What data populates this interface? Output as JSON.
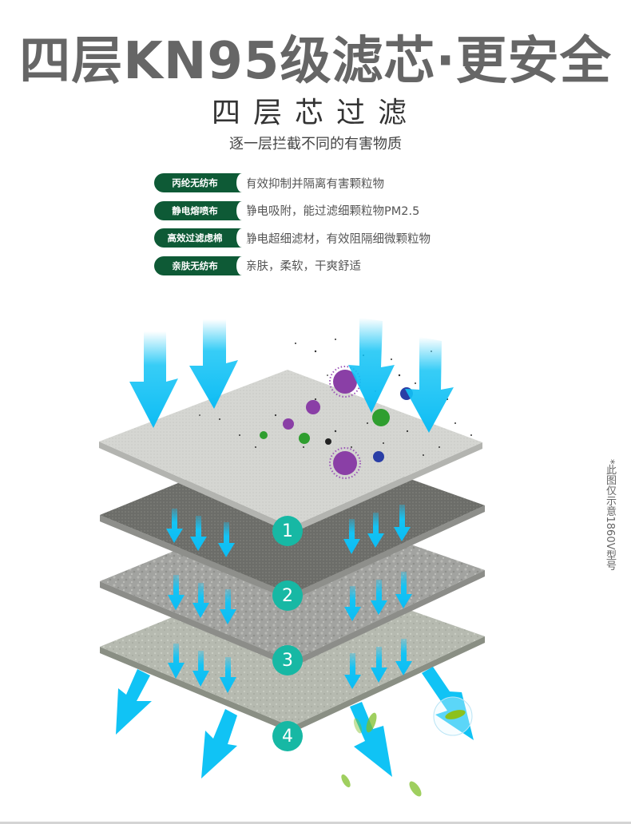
{
  "header": {
    "title": "四层KN95级滤芯·更安全",
    "subtitle": "四层芯过滤",
    "tagline": "逐一层拦截不同的有害物质"
  },
  "features": [
    {
      "label": "丙纶无纺布",
      "description": "有效抑制并隔离有害颗粒物"
    },
    {
      "label": "静电熔喷布",
      "description": "静电吸附，能过滤细颗粒物PM2.5"
    },
    {
      "label": "高效过滤虑棉",
      "description": "静电超细滤材，有效阻隔细微颗粒物"
    },
    {
      "label": "亲肤无纺布",
      "description": "亲肤，柔软，干爽舒适"
    }
  ],
  "layers": [
    {
      "number": "1",
      "color": "#d6d7d3"
    },
    {
      "number": "2",
      "color": "#6e6f6b"
    },
    {
      "number": "3",
      "color": "#a3a4a0"
    },
    {
      "number": "4",
      "color": "#b8bcb2"
    }
  ],
  "note": "*此图仅示意1860V型号",
  "colors": {
    "accent_green": "#0e5a36",
    "number_teal": "#17b8a4",
    "arrow_blue": "#14c4f5",
    "title_gray": "#666666"
  }
}
